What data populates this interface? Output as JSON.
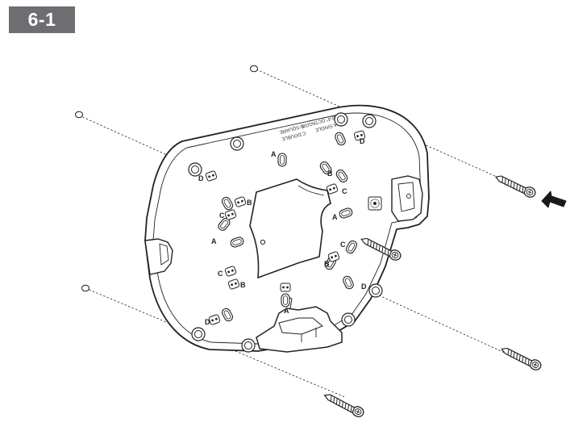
{
  "step": {
    "label": "6-1"
  },
  "plate": {
    "text_single": "A:SINGLE",
    "text_octagon": "B:4\" OCTAGON",
    "text_double": "C:DOUBLE",
    "text_square": "D:SQUARE"
  },
  "hole_markers": {
    "a": "A",
    "b": "B",
    "c": "C",
    "d": "D"
  },
  "colors": {
    "line": "#222222",
    "badge_bg": "#6d6e71",
    "badge_text": "#ffffff"
  },
  "icons": [
    "screw-icon",
    "arrow-icon"
  ]
}
